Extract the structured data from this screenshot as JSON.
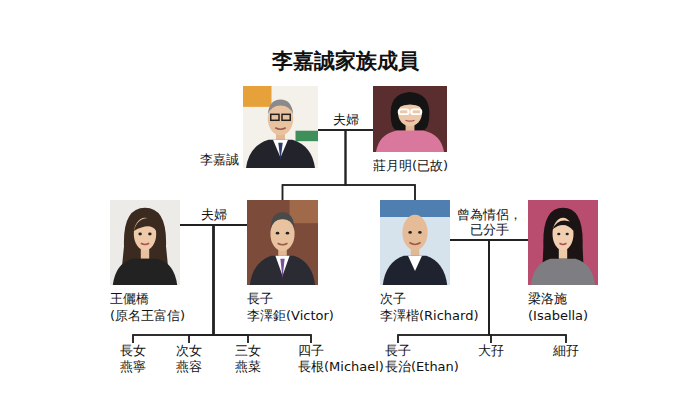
{
  "diagram": {
    "title": "李嘉誠家族成員",
    "nodes": [
      {
        "text": [
          "李嘉誠"
        ]
      },
      {
        "text": [
          "莊月明(已故)"
        ]
      },
      {
        "text": [
          "王儷橋",
          "(原名王富信)"
        ]
      },
      {
        "text": [
          "長子",
          "李澤鉅(Victor)"
        ]
      },
      {
        "text": [
          "次子",
          "李澤楷(Richard)"
        ]
      },
      {
        "text": [
          "梁洛施",
          "(Isabella)"
        ]
      },
      {
        "text": [
          "長女",
          "燕寧"
        ]
      },
      {
        "text": [
          "次女",
          "燕容"
        ]
      },
      {
        "text": [
          "三女",
          "燕菜"
        ]
      },
      {
        "text": [
          "四子",
          "長根(Michael)"
        ]
      },
      {
        "text": [
          "長子",
          "長治(Ethan)"
        ]
      },
      {
        "text": [
          "大孖"
        ]
      },
      {
        "text": [
          "細孖"
        ]
      }
    ],
    "edges": [
      {
        "from": 0,
        "to": 1,
        "label": "夫婦",
        "arrow": "none"
      },
      {
        "from": 0,
        "to": 3,
        "arrow": "none"
      },
      {
        "from": 1,
        "to": 3,
        "arrow": "none"
      },
      {
        "from": 0,
        "to": 4,
        "arrow": "none"
      },
      {
        "from": 1,
        "to": 4,
        "arrow": "none"
      },
      {
        "from": 2,
        "to": 3,
        "label": "夫婦",
        "arrow": "none"
      },
      {
        "from": 2,
        "to": 6,
        "arrow": "none"
      },
      {
        "from": 3,
        "to": 6,
        "arrow": "none"
      },
      {
        "from": 2,
        "to": 7,
        "arrow": "none"
      },
      {
        "from": 3,
        "to": 7,
        "arrow": "none"
      },
      {
        "from": 2,
        "to": 8,
        "arrow": "none"
      },
      {
        "from": 3,
        "to": 8,
        "arrow": "none"
      },
      {
        "from": 2,
        "to": 9,
        "arrow": "none"
      },
      {
        "from": 3,
        "to": 9,
        "arrow": "none"
      },
      {
        "from": 4,
        "to": 5,
        "label": "曾為情侶， 已分手",
        "arrow": "none"
      },
      {
        "from": 4,
        "to": 10,
        "arrow": "none"
      },
      {
        "from": 5,
        "to": 10,
        "arrow": "none"
      },
      {
        "from": 4,
        "to": 11,
        "arrow": "none"
      },
      {
        "from": 5,
        "to": 11,
        "arrow": "none"
      },
      {
        "from": 4,
        "to": 12,
        "arrow": "none"
      },
      {
        "from": 5,
        "to": 12,
        "arrow": "none"
      }
    ]
  }
}
